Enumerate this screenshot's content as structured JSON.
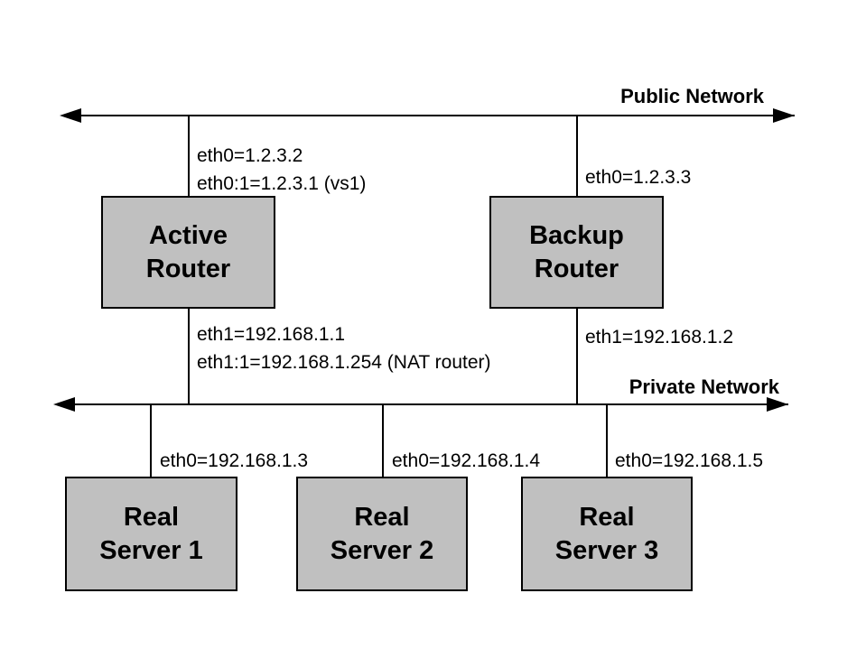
{
  "colors": {
    "box_fill": "#c0c0c0",
    "line": "#000000",
    "background": "#ffffff"
  },
  "networks": {
    "public": {
      "label": "Public Network"
    },
    "private": {
      "label": "Private Network"
    }
  },
  "routers": {
    "active": {
      "name_line1": "Active",
      "name_line2": "Router",
      "public_iface_line1": "eth0=1.2.3.2",
      "public_iface_line2": "eth0:1=1.2.3.1 (vs1)",
      "private_iface_line1": "eth1=192.168.1.1",
      "private_iface_line2": "eth1:1=192.168.1.254 (NAT router)"
    },
    "backup": {
      "name_line1": "Backup",
      "name_line2": "Router",
      "public_iface": "eth0=1.2.3.3",
      "private_iface": "eth1=192.168.1.2"
    }
  },
  "servers": [
    {
      "name_line1": "Real",
      "name_line2": "Server 1",
      "iface": "eth0=192.168.1.3"
    },
    {
      "name_line1": "Real",
      "name_line2": "Server 2",
      "iface": "eth0=192.168.1.4"
    },
    {
      "name_line1": "Real",
      "name_line2": "Server 3",
      "iface": "eth0=192.168.1.5"
    }
  ]
}
